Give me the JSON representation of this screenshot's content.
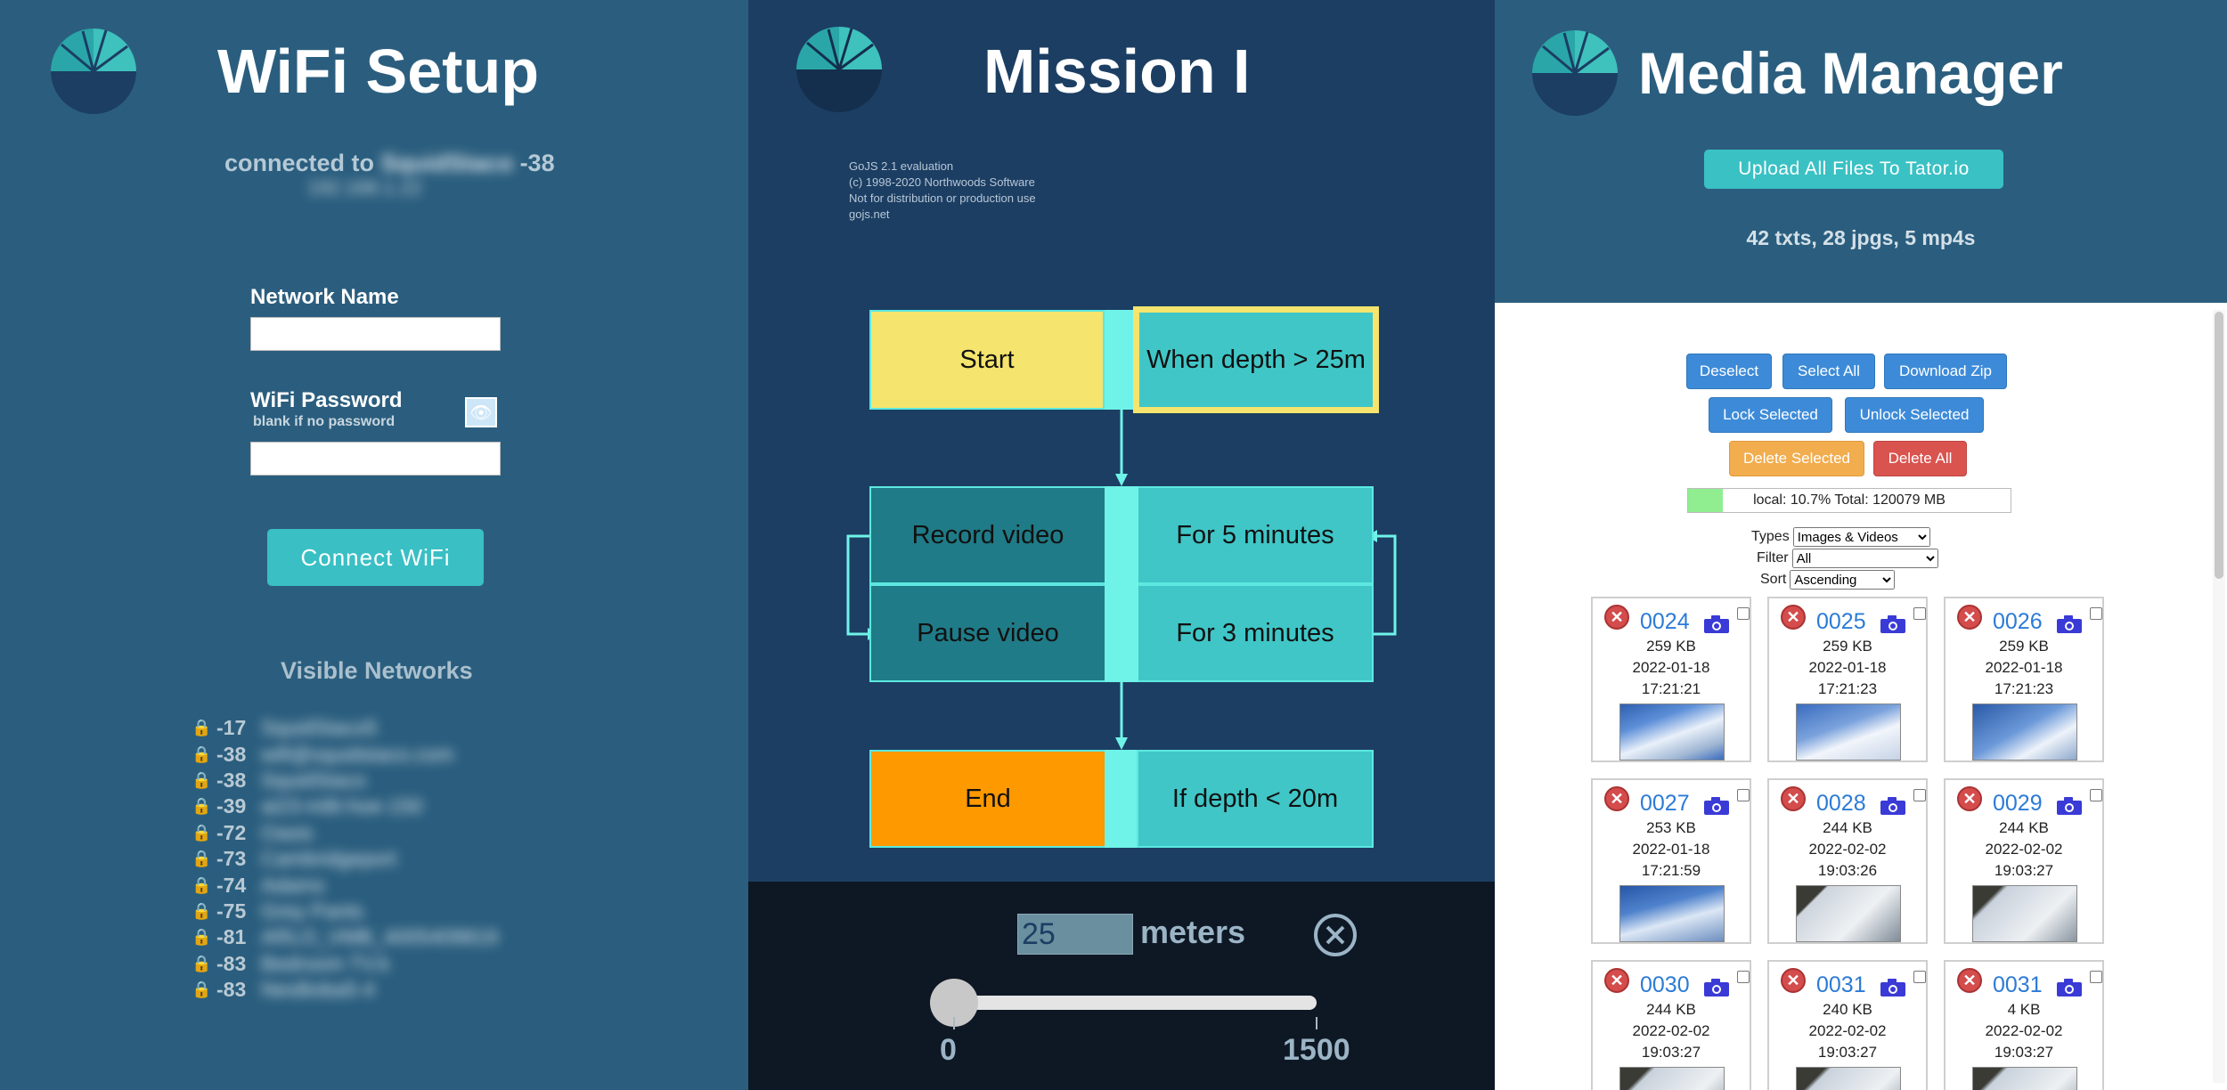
{
  "wifi": {
    "title": "WiFi Setup",
    "connected_prefix": "connected to",
    "connected_ssid": "SquidStaco",
    "connected_signal": "-38",
    "connected_ip": "192.168.1.22",
    "network_name_label": "Network Name",
    "network_name_value": "",
    "password_label": "WiFi Password",
    "password_hint": "blank if no password",
    "password_value": "",
    "connect_button": "Connect WiFi",
    "visible_title": "Visible Networks",
    "networks": [
      {
        "signal": "-17",
        "ssid": "SquidStaco5"
      },
      {
        "signal": "-38",
        "ssid": "wifi@squidstaco.com"
      },
      {
        "signal": "-38",
        "ssid": "SquidStaco"
      },
      {
        "signal": "-39",
        "ssid": "ai23-m8t-hoe-150"
      },
      {
        "signal": "-72",
        "ssid": "Oasis"
      },
      {
        "signal": "-73",
        "ssid": "Cambridgeport"
      },
      {
        "signal": "-74",
        "ssid": "Adams"
      },
      {
        "signal": "-75",
        "ssid": "Grey Pants"
      },
      {
        "signal": "-81",
        "ssid": "ARLO_VMB_4005409819"
      },
      {
        "signal": "-83",
        "ssid": "Bedroom TV.k"
      },
      {
        "signal": "-83",
        "ssid": "NesBoba5-4"
      }
    ]
  },
  "mission": {
    "title": "Mission  I",
    "eval_notice": [
      "GoJS 2.1 evaluation",
      "(c) 1998-2020 Northwoods Software",
      "Not for distribution or production use",
      "gojs.net"
    ],
    "blocks": {
      "start": "Start",
      "start_condition": "When depth > 25m",
      "record": "Record video",
      "record_duration": "For 5 minutes",
      "pause": "Pause video",
      "pause_duration": "For 3 minutes",
      "end": "End",
      "end_condition": "If depth < 20m"
    },
    "colors": {
      "start": "#f5e46d",
      "end": "#ff9900",
      "action": "#1f7b87",
      "condition": "#40c6c7",
      "bar": "#6ff3e8",
      "highlight": "#f5e46d"
    },
    "depth_value": "25",
    "depth_unit": "meters",
    "slider": {
      "min_label": "0",
      "max_label": "1500",
      "value": 0
    }
  },
  "media": {
    "title": "Media Manager",
    "upload_button": "Upload All Files To Tator.io",
    "counts": "42 txts, 28 jpgs, 5 mp4s",
    "buttons": {
      "deselect": "Deselect",
      "select_all": "Select All",
      "download_zip": "Download Zip",
      "lock_selected": "Lock Selected",
      "unlock_selected": "Unlock Selected",
      "delete_selected": "Delete Selected",
      "delete_all": "Delete All"
    },
    "storage": {
      "text": "local: 10.7% Total: 120079 MB",
      "fraction": 0.107
    },
    "types_label": "Types",
    "types_value": "Images & Videos",
    "filter_label": "Filter",
    "filter_value": "All",
    "sort_label": "Sort",
    "sort_value": "Ascending",
    "files": [
      {
        "id": "0024",
        "size": "259 KB",
        "date": "2022-01-18",
        "time": "17:21:21"
      },
      {
        "id": "0025",
        "size": "259 KB",
        "date": "2022-01-18",
        "time": "17:21:23"
      },
      {
        "id": "0026",
        "size": "259 KB",
        "date": "2022-01-18",
        "time": "17:21:23"
      },
      {
        "id": "0027",
        "size": "253 KB",
        "date": "2022-01-18",
        "time": "17:21:59"
      },
      {
        "id": "0028",
        "size": "244 KB",
        "date": "2022-02-02",
        "time": "19:03:26"
      },
      {
        "id": "0029",
        "size": "244 KB",
        "date": "2022-02-02",
        "time": "19:03:27"
      },
      {
        "id": "0030",
        "size": "244 KB",
        "date": "2022-02-02",
        "time": "19:03:27"
      },
      {
        "id": "0031",
        "size": "240 KB",
        "date": "2022-02-02",
        "time": "19:03:27"
      },
      {
        "id": "0031",
        "size": "4 KB",
        "date": "2022-02-02",
        "time": "19:03:27"
      }
    ]
  }
}
